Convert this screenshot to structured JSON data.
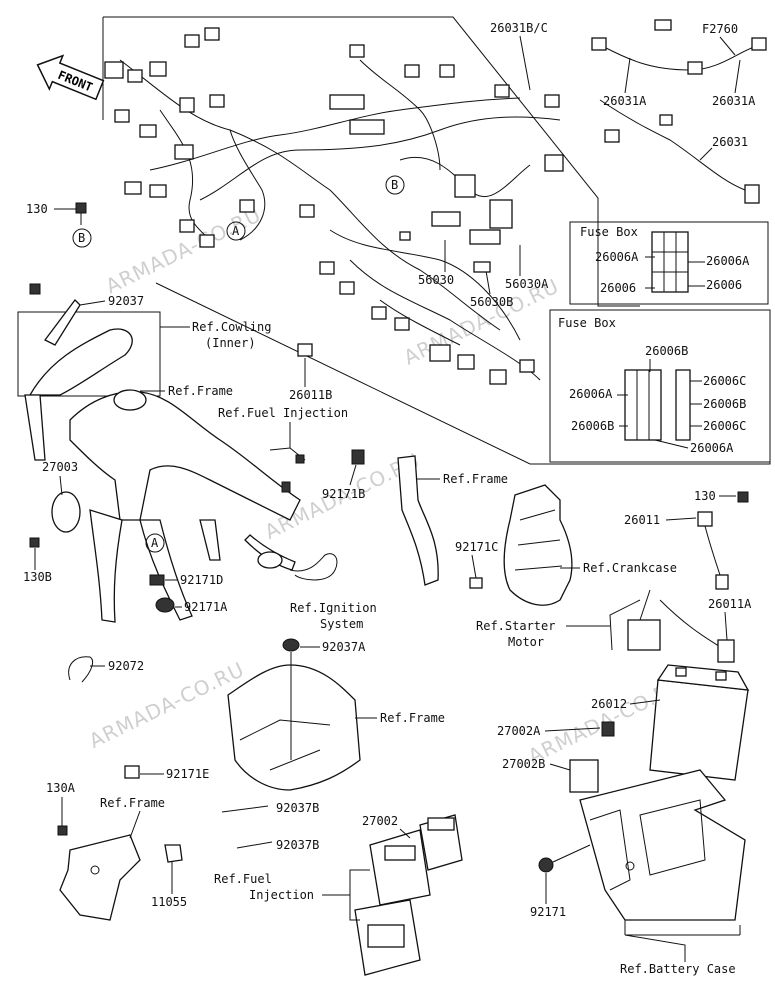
{
  "watermark": "ARMADA-CO.RU",
  "front_label": "FRONT",
  "fuse_box_1": {
    "title": "Fuse Box",
    "labels": [
      "26006A",
      "26006A",
      "26006",
      "26006"
    ]
  },
  "fuse_box_2": {
    "title": "Fuse Box",
    "labels": [
      "26006B",
      "26006A",
      "26006C",
      "26006B",
      "26006B",
      "26006C",
      "26006A"
    ]
  },
  "callouts": {
    "c26031BC": "26031B/C",
    "cF2760": "F2760",
    "c26031A_1": "26031A",
    "c26031A_2": "26031A",
    "c26031": "26031",
    "c130": "130",
    "cB1": "B",
    "cB2": "B",
    "cA1": "A",
    "cA2": "A",
    "c92037": "92037",
    "cCowling": "Ref.Cowling",
    "cInner": "(Inner)",
    "c56030": "56030",
    "c56030A": "56030A",
    "c56030B": "56030B",
    "c26011B": "26011B",
    "cFrame1": "Ref.Frame",
    "cFuelInj1": "Ref.Fuel Injection",
    "c27003": "27003",
    "c92171B": "92171B",
    "cFrame2": "Ref.Frame",
    "c92171C": "92171C",
    "c130B": "130B",
    "c92171D": "92171D",
    "c92171A": "92171A",
    "cIgnition": "Ref.Ignition",
    "cSystem": "System",
    "c130b": "130",
    "c26011": "26011",
    "cCrankcase": "Ref.Crankcase",
    "cStarter": "Ref.Starter",
    "cMotor": "Motor",
    "c26011A": "26011A",
    "c92072": "92072",
    "c92037A": "92037A",
    "cFrame3": "Ref.Frame",
    "c26012": "26012",
    "c27002A": "27002A",
    "c92171E": "92171E",
    "c27002B": "27002B",
    "c130A": "130A",
    "cFrame4": "Ref.Frame",
    "c92037B_1": "92037B",
    "c92037B_2": "92037B",
    "c27002": "27002",
    "c11055": "11055",
    "cFuelInj2": "Ref.Fuel",
    "cInjection": "Injection",
    "c92171": "92171",
    "cBatteryCase": "Ref.Battery Case"
  }
}
